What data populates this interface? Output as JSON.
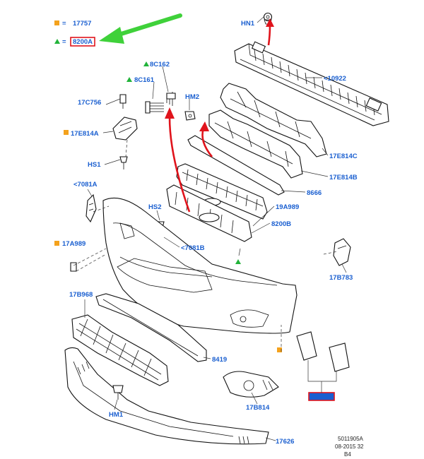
{
  "legend": {
    "square_label": "17757",
    "triangle_label": "8200A",
    "equals": "="
  },
  "colors": {
    "label_blue": "#1a5fd0",
    "square_orange": "#f4a21d",
    "triangle_green": "#22b33a",
    "arrow_green": "#3fd13a",
    "arrow_red": "#e0141c",
    "highlight_red": "#e0141c"
  },
  "labels": {
    "hn1": "HN1",
    "p10922": "<10922",
    "p8c162": "8C162",
    "p8c161": "8C161",
    "hm2": "HM2",
    "p17c756": "17C756",
    "p17e814a": "17E814A",
    "p17e814c": "17E814C",
    "p17e814b": "17E814B",
    "hs1": "HS1",
    "p8666": "8666",
    "p7081a": "<7081A",
    "p19a989": "19A989",
    "hs2": "HS2",
    "p8200b": "8200B",
    "p17a989": "17A989",
    "p7081b": "<7081B",
    "p17b783": "17B783",
    "p17b968": "17B968",
    "p8419": "8419",
    "hm1": "HM1",
    "p17b814": "17B814",
    "p17626": "17626"
  },
  "footer": {
    "ref": "5011905A",
    "date": "08-2015 32",
    "code": "B4"
  }
}
